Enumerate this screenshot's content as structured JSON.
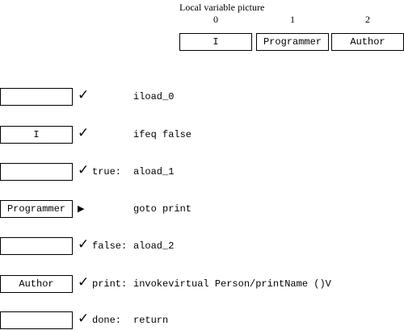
{
  "local_variables": {
    "title": "Local variable picture",
    "slots": [
      {
        "index": "0",
        "value": "I"
      },
      {
        "index": "1",
        "value": "Programmer"
      },
      {
        "index": "2",
        "value": "Author"
      }
    ]
  },
  "steps": [
    {
      "stack": "",
      "mark": "check",
      "label": "",
      "instruction": "iload_0"
    },
    {
      "stack": "I",
      "mark": "check",
      "label": "",
      "instruction": "ifeq false"
    },
    {
      "stack": "",
      "mark": "check",
      "label": "true:",
      "instruction": "aload_1"
    },
    {
      "stack": "Programmer",
      "mark": "arrow",
      "label": "",
      "instruction": "goto print"
    },
    {
      "stack": "",
      "mark": "check",
      "label": "false:",
      "instruction": "aload_2"
    },
    {
      "stack": "Author",
      "mark": "check",
      "label": "print:",
      "instruction": "invokevirtual Person/printName ()V"
    },
    {
      "stack": "",
      "mark": "check",
      "label": "done:",
      "instruction": "return"
    }
  ],
  "glyphs": {
    "check": "✓",
    "arrow": "▶"
  }
}
